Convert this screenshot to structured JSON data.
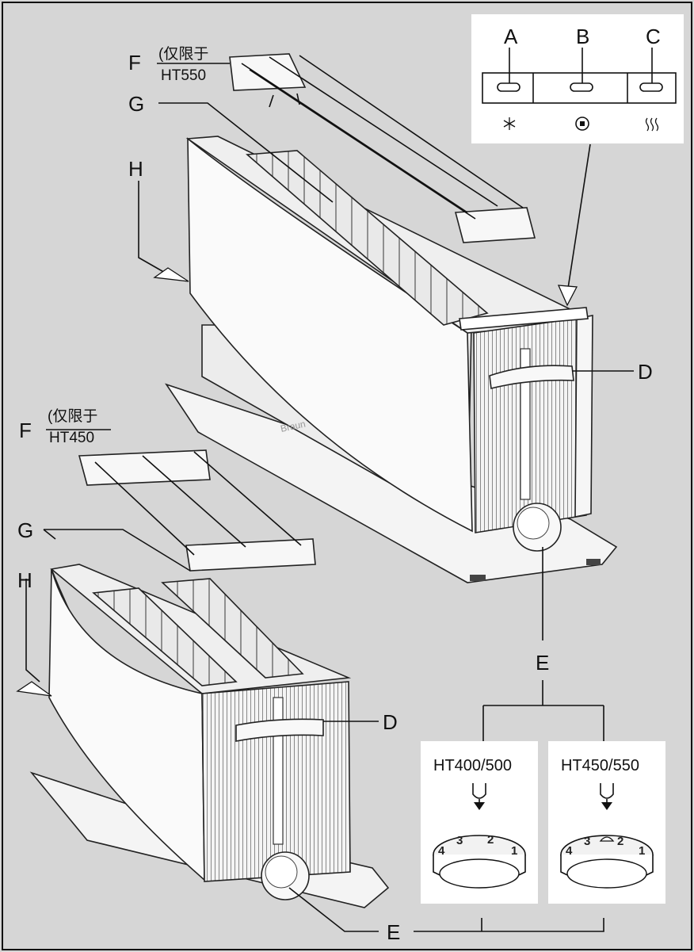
{
  "labels": {
    "A": "A",
    "B": "B",
    "C": "C",
    "D": "D",
    "E": "E",
    "F": "F",
    "G": "G",
    "H": "H"
  },
  "f_notes": {
    "top_line1": "(仅限于",
    "top_line2": "HT550",
    "bottom_line1": "(仅限于",
    "bottom_line2": "HT450"
  },
  "dial_models": {
    "left": "HT400/500",
    "right": "HT450/550"
  },
  "dial_numbers": {
    "left": [
      "4",
      "3",
      "2",
      "1"
    ],
    "right": [
      "4",
      "3",
      "2",
      "1"
    ]
  },
  "brand_mark": "Braun",
  "colors": {
    "background": "#d6d6d6",
    "panel": "#ffffff",
    "outline": "#222222"
  },
  "icons": [
    "snowflake-icon",
    "stop-icon",
    "heat-waves-icon",
    "triangle-pointer-icon",
    "arrow-down-icon"
  ]
}
